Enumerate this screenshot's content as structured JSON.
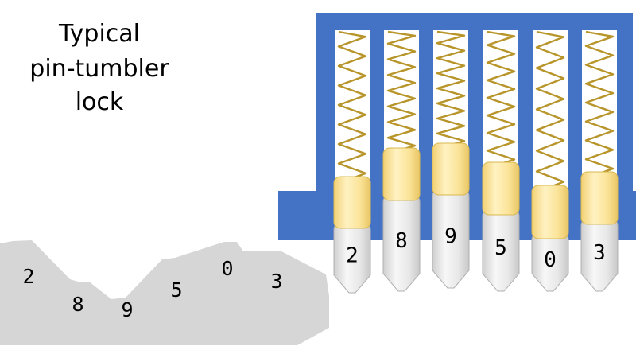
{
  "title": {
    "lines": [
      "Typical",
      "pin-tumbler",
      "lock"
    ]
  },
  "pins": [
    {
      "digit": "2"
    },
    {
      "digit": "8"
    },
    {
      "digit": "9"
    },
    {
      "digit": "5"
    },
    {
      "digit": "0"
    },
    {
      "digit": "3"
    }
  ],
  "key": {
    "cuts": [
      "2",
      "8",
      "9",
      "5",
      "0",
      "3"
    ]
  },
  "colors": {
    "housing": "#4472C4",
    "spring": "#B8952A",
    "driver_pin": "#FBE49A",
    "driver_pin_edge": "#D8B851",
    "key_pin": "#E8E8E8",
    "key_pin_edge": "#B0B0B0",
    "key_blade": "#D6D6D6"
  }
}
